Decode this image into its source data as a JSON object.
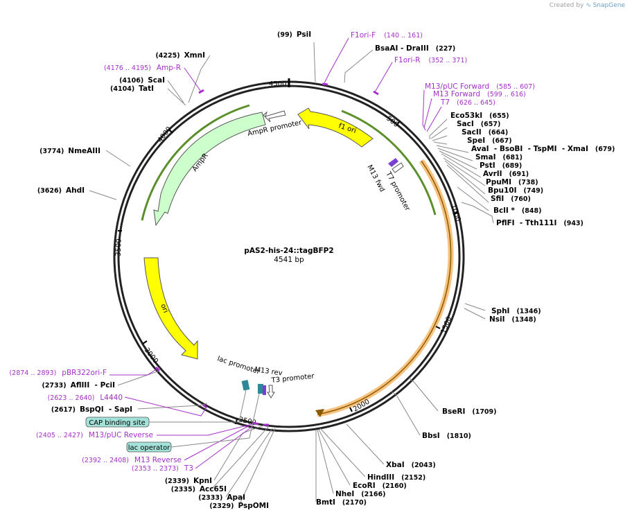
{
  "credit": {
    "created_by": "Created by",
    "brand": "SnapGene"
  },
  "plasmid": {
    "name": "pAS2-his-24::tagBFP2",
    "size": "4541 bp"
  },
  "ticks": [
    "500",
    "1000",
    "1500",
    "2000",
    "2500",
    "3000",
    "3500",
    "4000",
    "4500"
  ],
  "arc_labels": {
    "f1ori": "f1 ori",
    "ampr": "AmpR",
    "ori": "ori",
    "amprprom": "AmpR promoter",
    "m13fwd": "M13 fwd",
    "t7prom": "T7 promoter",
    "lacprom": "lac promoter",
    "m13rev": "M13 rev",
    "t3prom": "T3 promoter"
  },
  "enzymes_right": [
    {
      "name": "Eco53kI",
      "pos": "(655)"
    },
    {
      "name": "SacI",
      "pos": "(657)"
    },
    {
      "name": "SacII",
      "pos": "(664)"
    },
    {
      "name": "SpeI",
      "pos": "(667)"
    },
    {
      "name": "AvaI  - BsoBI  - TspMI  - XmaI",
      "pos": "(679)"
    },
    {
      "name": "SmaI",
      "pos": "(681)"
    },
    {
      "name": "PstI",
      "pos": "(689)"
    },
    {
      "name": "AvrII",
      "pos": "(691)"
    },
    {
      "name": "PpuMI",
      "pos": "(738)"
    },
    {
      "name": "Bpu10I",
      "pos": "(749)"
    },
    {
      "name": "SfiI",
      "pos": "(760)"
    },
    {
      "name": "BclI *",
      "pos": "(848)"
    },
    {
      "name": "PflFI  - Tth111I",
      "pos": "(943)"
    },
    {
      "name": "SphI",
      "pos": "(1346)"
    },
    {
      "name": "NsiI",
      "pos": "(1348)"
    },
    {
      "name": "BseRI",
      "pos": "(1709)"
    },
    {
      "name": "BbsI",
      "pos": "(1810)"
    },
    {
      "name": "XbaI",
      "pos": "(2043)"
    },
    {
      "name": "HindIII",
      "pos": "(2152)"
    },
    {
      "name": "EcoRI",
      "pos": "(2160)"
    },
    {
      "name": "NheI",
      "pos": "(2166)"
    },
    {
      "name": "BmtI",
      "pos": "(2170)"
    },
    {
      "name": "BsaAI  - DraIII",
      "pos": "(227)"
    },
    {
      "name": "PsiI",
      "pos": "(99)"
    }
  ],
  "enzymes_left": [
    {
      "name": "XmnI",
      "pos": "(4225)"
    },
    {
      "name": "ScaI",
      "pos": "(4106)"
    },
    {
      "name": "TatI",
      "pos": "(4104)"
    },
    {
      "name": "NmeAIII",
      "pos": "(3774)"
    },
    {
      "name": "AhdI",
      "pos": "(3626)"
    },
    {
      "name": "AflIII  - PciI",
      "pos": "(2733)"
    },
    {
      "name": "BspQI  - SapI",
      "pos": "(2617)"
    },
    {
      "name": "KpnI",
      "pos": "(2339)"
    },
    {
      "name": "Acc65I",
      "pos": "(2335)"
    },
    {
      "name": "ApaI",
      "pos": "(2333)"
    },
    {
      "name": "PspOMI",
      "pos": "(2329)"
    }
  ],
  "features": [
    {
      "name": "F1ori-F",
      "range": "(140 .. 161)"
    },
    {
      "name": "F1ori-R",
      "range": "(352 .. 371)"
    },
    {
      "name": "M13/pUC Forward",
      "range": "(585 .. 607)"
    },
    {
      "name": "M13 Forward",
      "range": "(599 .. 616)"
    },
    {
      "name": "T7",
      "range": "(626 .. 645)"
    },
    {
      "name": "Amp-R",
      "range": "(4176 .. 4195)"
    },
    {
      "name": "pBR322ori-F",
      "range": "(2874 .. 2893)"
    },
    {
      "name": "L4440",
      "range": "(2623 .. 2640)"
    },
    {
      "name": "M13/pUC Reverse",
      "range": "(2405 .. 2427)"
    },
    {
      "name": "M13 Reverse",
      "range": "(2392 .. 2408)"
    },
    {
      "name": "T3",
      "range": "(2353 .. 2373)"
    }
  ],
  "boxed_labels": [
    "CAP binding site",
    "lac operator"
  ],
  "colors": {
    "feature": "#a330c9",
    "arrow_yellow": "#ffff00",
    "arrow_green": "#ccffcc",
    "orf_orange": "#f7c27f",
    "backbone": "#222222",
    "box_fill": "#a3e2d8"
  }
}
